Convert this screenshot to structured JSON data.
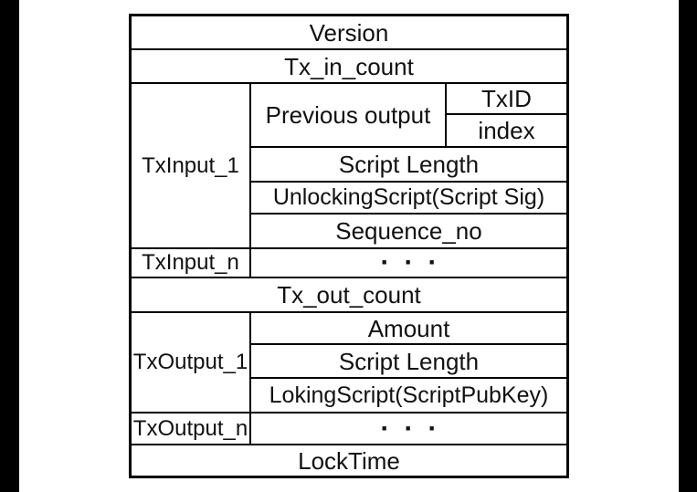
{
  "page": {
    "background_color": "#ffffff",
    "side_bar_color": "#000000",
    "border_color": "#000000",
    "text_color": "#111111"
  },
  "table": {
    "version": "Version",
    "tx_in_count": "Tx_in_count",
    "tx_input_1": "TxInput_1",
    "previous_output": "Previous output",
    "txid": "TxID",
    "index": "index",
    "script_length_input": "Script Length",
    "unlocking_script": "UnlockingScript(Script Sig)",
    "sequence_no": "Sequence_no",
    "tx_input_n": "TxInput_n",
    "ellipsis_inputs": "···",
    "tx_out_count": "Tx_out_count",
    "tx_output_1": "TxOutput_1",
    "amount": "Amount",
    "script_length_output": "Script Length",
    "locking_script": "LokingScript(ScriptPubKey)",
    "tx_output_n": "TxOutput_n",
    "ellipsis_outputs": "···",
    "locktime": "LockTime"
  }
}
